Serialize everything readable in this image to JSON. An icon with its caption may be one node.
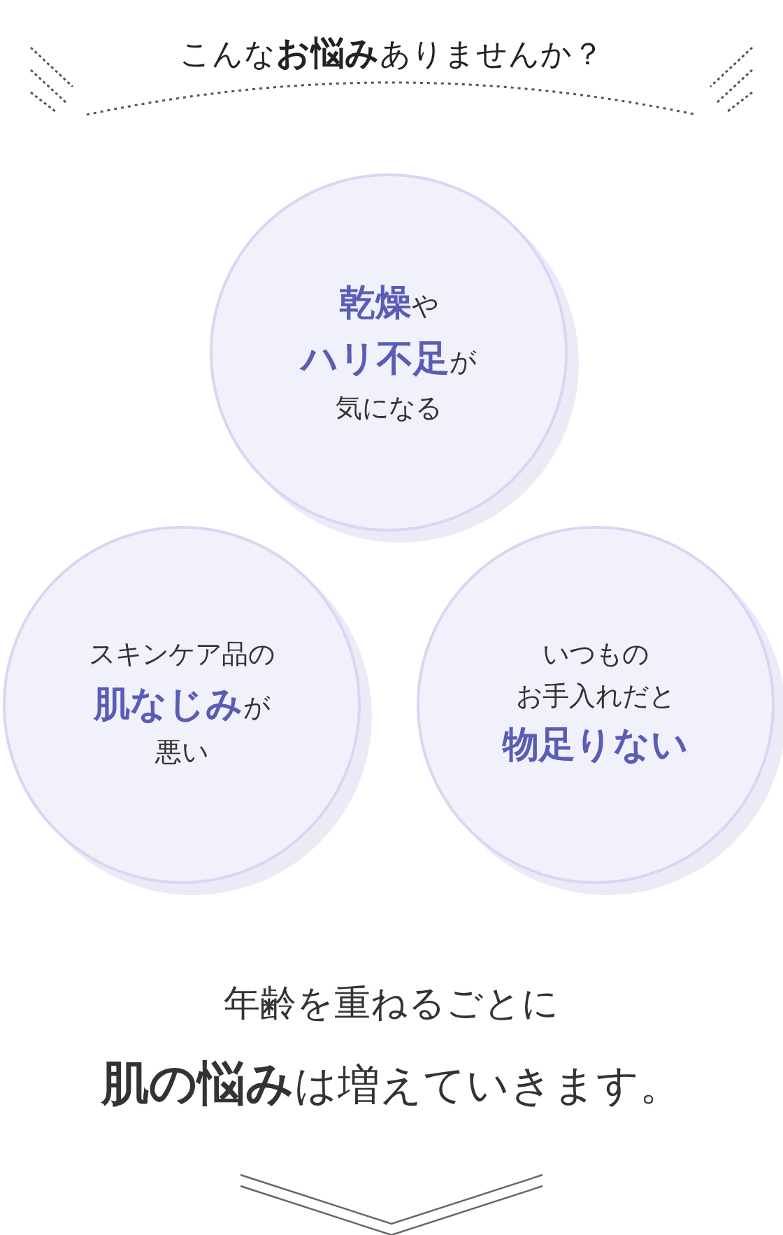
{
  "diagram": {
    "title": "こんな**お悩み**ありませんか？",
    "nodes": [
      {
        "text": [
          "**乾燥**や",
          "**ハリ不足**が",
          "気になる"
        ]
      },
      {
        "text": [
          "スキンケア品の",
          "**肌なじみ**が",
          "悪い"
        ]
      },
      {
        "text": [
          "いつもの",
          "お手入れだと",
          "**物足りない**"
        ]
      }
    ],
    "labels": [
      "年齢を重ねるごとに",
      "**肌の悩み**は増えていきます。"
    ]
  }
}
